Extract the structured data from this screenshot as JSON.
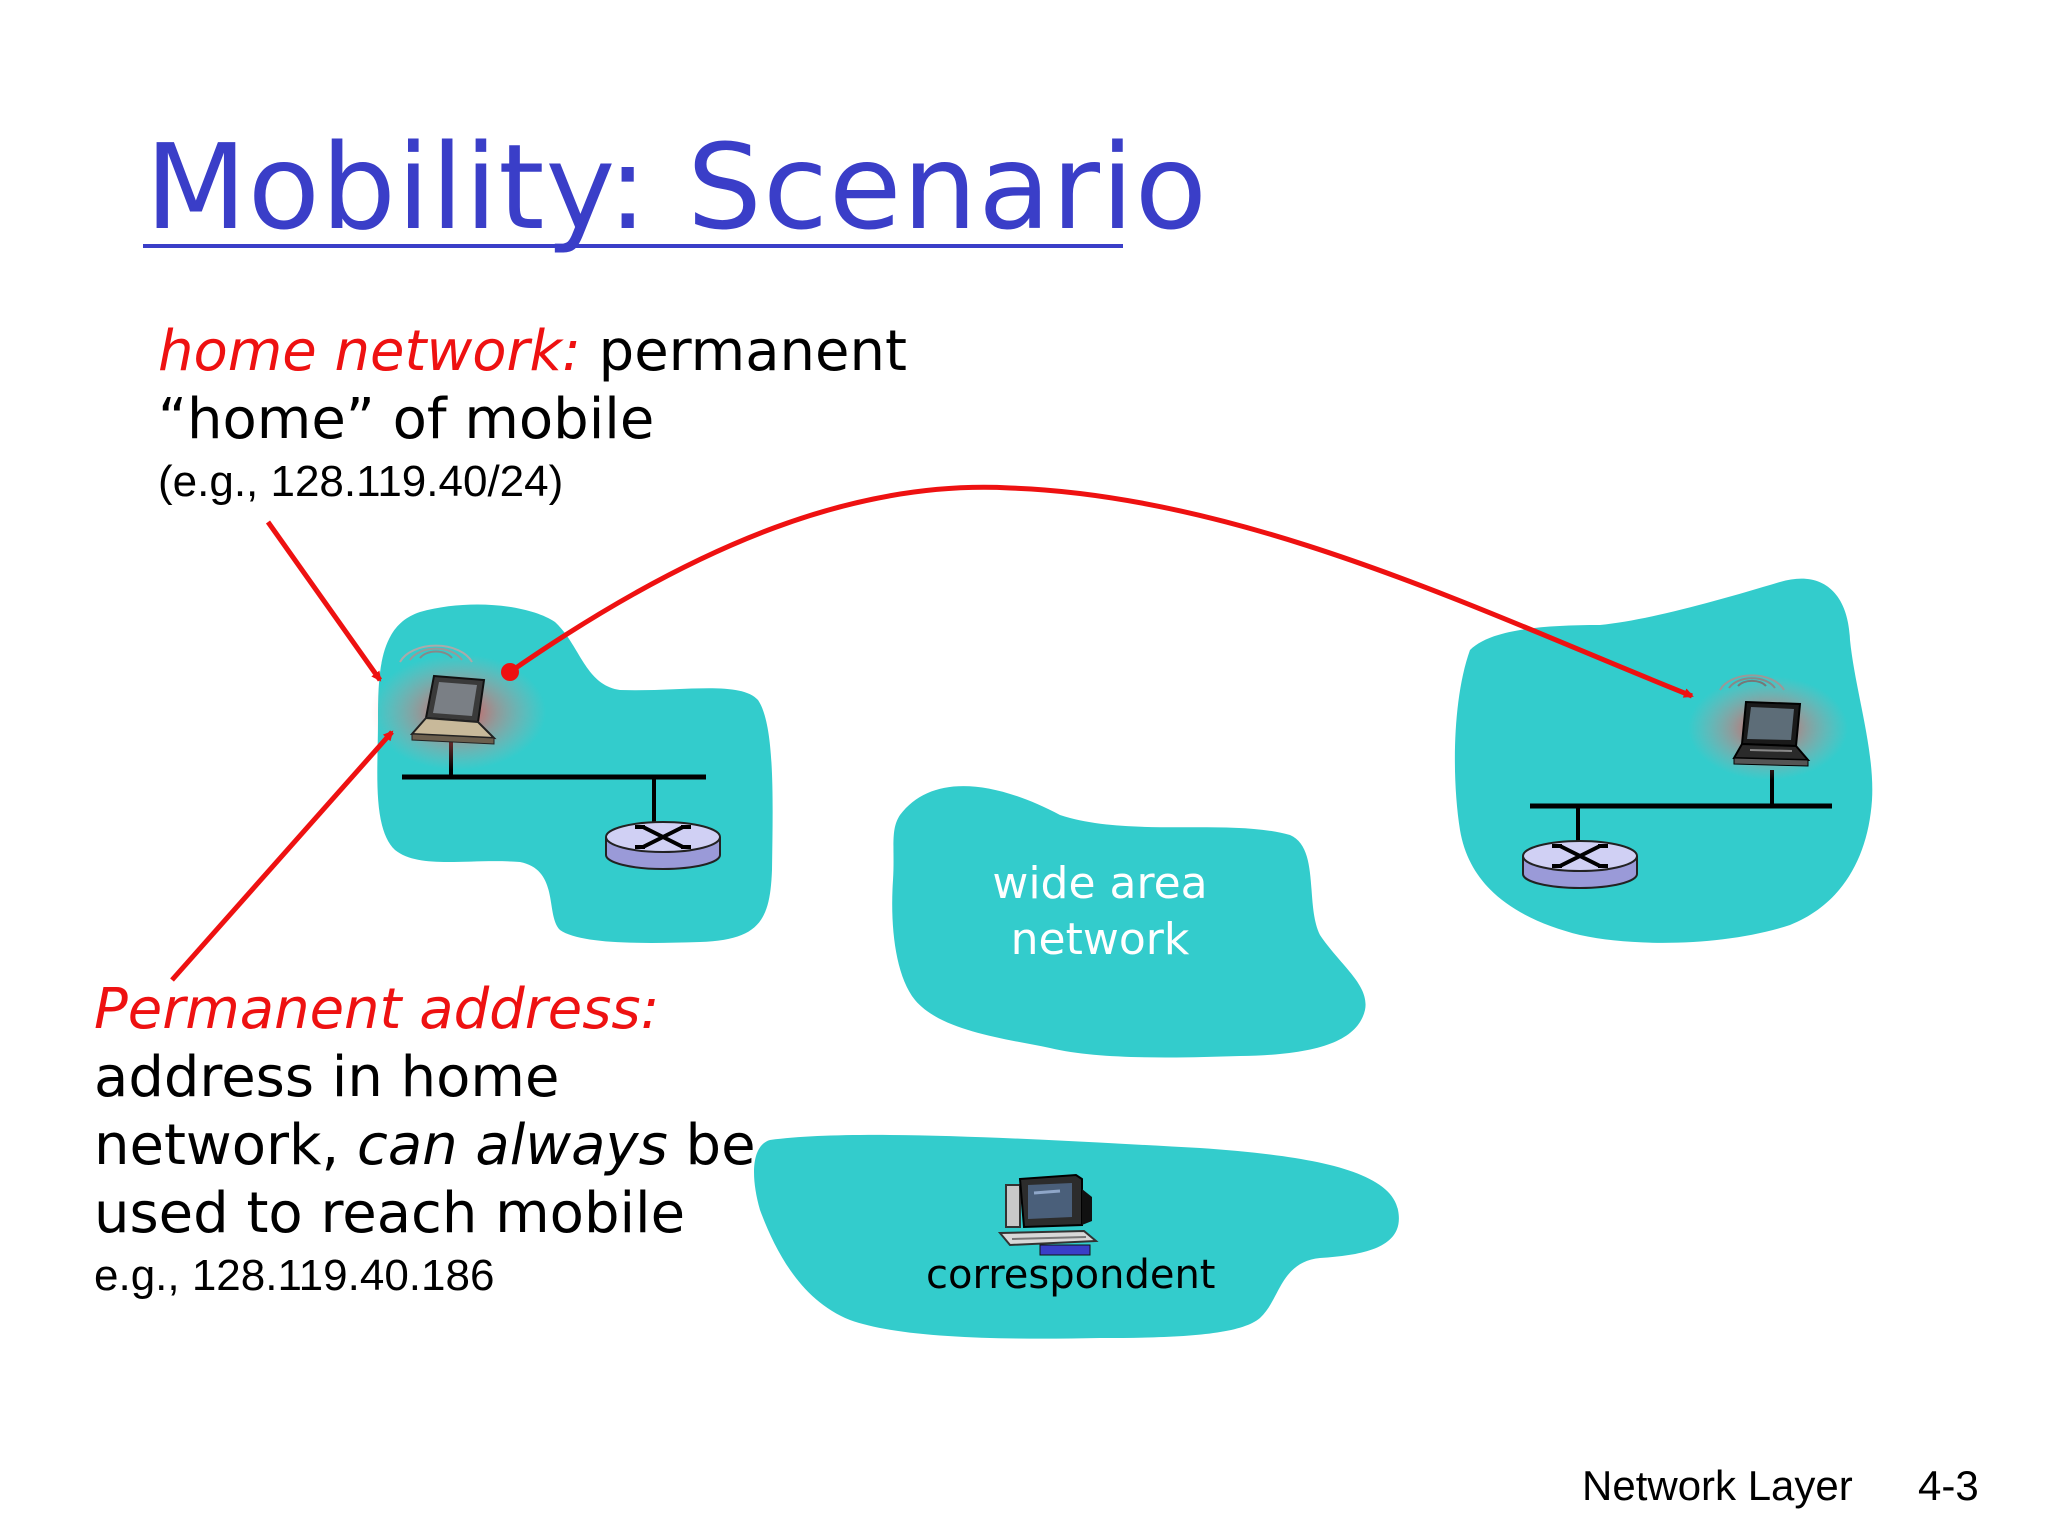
{
  "title": "Mobility: Scenario",
  "home_note": {
    "term": "home network:",
    "rest_line1": " permanent",
    "line2": "“home” of mobile",
    "example": "(e.g., 128.119.40/24)"
  },
  "perm_note": {
    "term": "Permanent address:",
    "line2": "address in home",
    "line3_a": "network, ",
    "line3_b": "can always",
    "line3_c": " be",
    "line4": "used to reach mobile",
    "example": "e.g., 128.119.40.186"
  },
  "wan": {
    "line1": "wide area",
    "line2": "network"
  },
  "correspondent_label": "correspondent",
  "footer": {
    "section": "Network Layer",
    "page": "4-3"
  },
  "colors": {
    "title": "#3a3ec8",
    "accent_red": "#ee1111",
    "cloud": "#33cccc",
    "router_fill": "#c8c8f0"
  },
  "icons": [
    "laptop-icon",
    "router-icon",
    "desktop-computer-icon",
    "wireless-signal-icon"
  ]
}
